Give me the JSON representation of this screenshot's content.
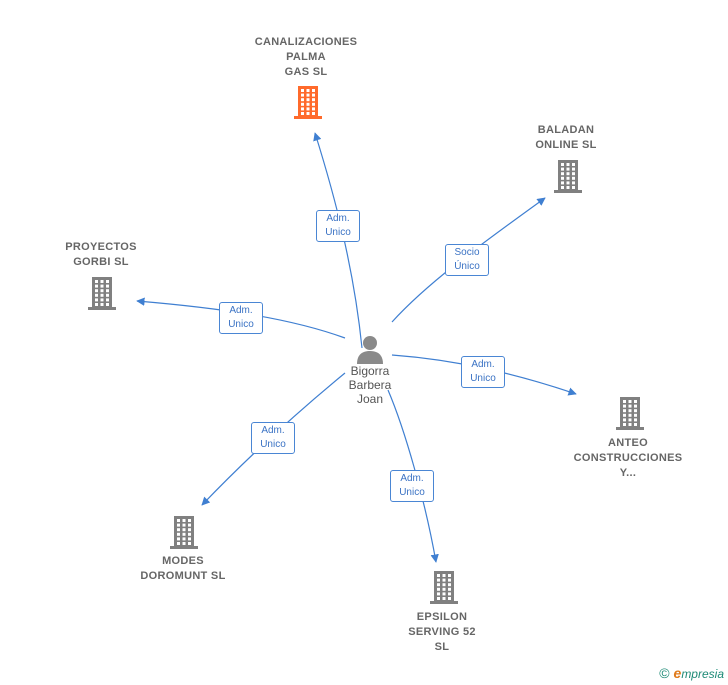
{
  "colors": {
    "edge": "#3f7fd1",
    "company_icon": "#808080",
    "highlight_icon": "#ff6a2b",
    "person_icon": "#8a8a8a"
  },
  "center": {
    "name_lines": [
      "Bigorra",
      "Barbera",
      "Joan"
    ],
    "icon": "person-icon"
  },
  "nodes": [
    {
      "id": "canalizaciones",
      "lines": [
        "CANALIZACIONES",
        "PALMA",
        "GAS  SL"
      ],
      "icon": "building-icon",
      "highlight": true
    },
    {
      "id": "baladan",
      "lines": [
        "BALADAN",
        "ONLINE SL"
      ],
      "icon": "building-icon",
      "highlight": false
    },
    {
      "id": "proyectos",
      "lines": [
        "PROYECTOS",
        "GORBI SL"
      ],
      "icon": "building-icon",
      "highlight": false
    },
    {
      "id": "anteo",
      "lines": [
        "ANTEO",
        "CONSTRUCCIONES",
        "Y..."
      ],
      "icon": "building-icon",
      "highlight": false
    },
    {
      "id": "modes",
      "lines": [
        "MODES",
        "DOROMUNT SL"
      ],
      "icon": "building-icon",
      "highlight": false
    },
    {
      "id": "epsilon",
      "lines": [
        "EPSILON",
        "SERVING 52",
        "SL"
      ],
      "icon": "building-icon",
      "highlight": false
    }
  ],
  "edges": [
    {
      "to": "canalizaciones",
      "label": [
        "Adm.",
        "Unico"
      ]
    },
    {
      "to": "baladan",
      "label": [
        "Socio",
        "Único"
      ]
    },
    {
      "to": "proyectos",
      "label": [
        "Adm.",
        "Unico"
      ]
    },
    {
      "to": "anteo",
      "label": [
        "Adm.",
        "Unico"
      ]
    },
    {
      "to": "modes",
      "label": [
        "Adm.",
        "Unico"
      ]
    },
    {
      "to": "epsilon",
      "label": [
        "Adm.",
        "Unico"
      ]
    }
  ],
  "watermark": {
    "copyright": "©",
    "brand_initial": "e",
    "brand_rest": "mpresia"
  }
}
